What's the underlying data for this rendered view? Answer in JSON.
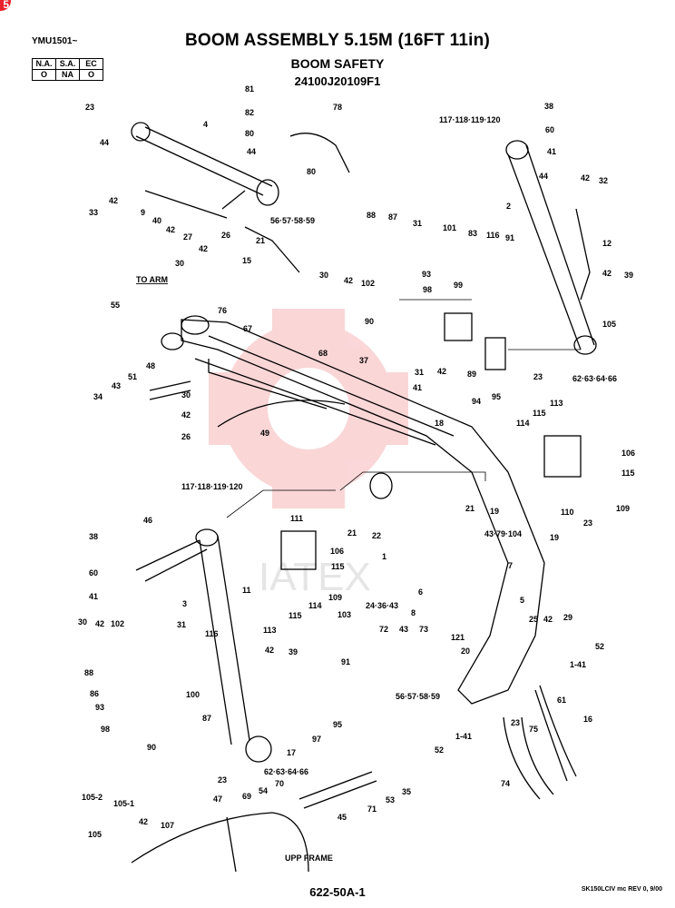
{
  "header": {
    "model_code": "YMU1501~",
    "title": "BOOM ASSEMBLY 5.15M (16FT 11in)",
    "subtitle": "BOOM SAFETY",
    "part_number": "24100J20109F1",
    "badge": "5"
  },
  "spec_table": {
    "headers": [
      "N.A.",
      "S.A.",
      "EC"
    ],
    "values": [
      "O",
      "NA",
      "O"
    ]
  },
  "labels": {
    "to_arm": "TO ARM",
    "upp_frame": "UPP FRAME"
  },
  "watermark": "IATEX",
  "footer": {
    "page_number": "622-50A-1",
    "revision": "SK150LCIV mc REV 0, 9/00"
  },
  "callouts": {
    "c23a": "23",
    "c4": "4",
    "c81": "81",
    "c82": "82",
    "c80a": "80",
    "c78": "78",
    "c44a": "44",
    "c80b": "80",
    "c44b": "44",
    "c33": "33",
    "c42a": "42",
    "c9": "9",
    "c40": "40",
    "c42b": "42",
    "c27": "27",
    "c56a": "56·57·58·59",
    "c21a": "21",
    "c15": "15",
    "c26a": "26",
    "c42c": "42",
    "c30a": "30",
    "c117a": "117·118·119·120",
    "c38a": "38",
    "c60a": "60",
    "c41a": "41",
    "c44c": "44",
    "c42d": "42",
    "c32": "32",
    "c2": "2",
    "c12": "12",
    "c42e": "42",
    "c39a": "39",
    "c105a": "105",
    "c62a": "62·63·64·66",
    "c23b": "23",
    "c88a": "88",
    "c87a": "87",
    "c31a": "31",
    "c101": "101",
    "c83": "83",
    "c116a": "116",
    "c91a": "91",
    "c30b": "30",
    "c42f": "42",
    "c102a": "102",
    "c93a": "93",
    "c98a": "98",
    "c99": "99",
    "c90a": "90",
    "c31b": "31",
    "c42g": "42",
    "c89": "89",
    "c94": "94",
    "c95a": "95",
    "c55": "55",
    "c76": "76",
    "c67": "67",
    "c68": "68",
    "c37": "37",
    "c41b": "41",
    "c18": "18",
    "c51": "51",
    "c48": "48",
    "c43a": "43",
    "c34": "34",
    "c30c": "30",
    "c42h": "42",
    "c26b": "26",
    "c49": "49",
    "c114a": "114",
    "c115a": "115",
    "c113a": "113",
    "c106a": "106",
    "c115b": "115",
    "c110": "110",
    "c109a": "109",
    "c117b": "117·118·119·120",
    "c21b": "21",
    "c22": "22",
    "c21c": "21",
    "c19a": "19",
    "c46": "46",
    "c38b": "38",
    "c60b": "60",
    "c41c": "41",
    "c3": "3",
    "c11": "11",
    "c111": "111",
    "c106b": "106",
    "c115c": "115",
    "c109b": "109",
    "c114b": "114",
    "c115d": "115",
    "c113b": "113",
    "c1": "1",
    "c6": "6",
    "c7": "7",
    "c43b": "43·79·104",
    "c24": "24·36·43",
    "c8": "8",
    "c5": "5",
    "c19b": "19",
    "c23c": "23",
    "c30d": "30",
    "c42i": "42",
    "c102b": "102",
    "c31c": "31",
    "c116b": "116",
    "c88b": "88",
    "c86": "86",
    "c93b": "93",
    "c100": "100",
    "c98b": "98",
    "c90b": "90",
    "c42j": "42",
    "c39b": "39",
    "c103": "103",
    "c91b": "91",
    "c72": "72",
    "c43c": "43",
    "c73": "73",
    "c121": "121",
    "c20": "20",
    "c25": "25",
    "c42k": "42",
    "c29": "29",
    "c52a": "52",
    "c1-41a": "1-41",
    "c61": "61",
    "c87b": "87",
    "c95b": "95",
    "c97": "97",
    "c17": "17",
    "c62b": "62·63·64·66",
    "c23d": "23",
    "c56b": "56·57·58·59",
    "c52b": "52",
    "c1-41b": "1-41",
    "c23e": "23",
    "c75": "75",
    "c16": "16",
    "c74": "74",
    "c105-2": "105-2",
    "c105-1": "105-1",
    "c105b": "105",
    "c42l": "42",
    "c107": "107",
    "c47": "47",
    "c69": "69",
    "c54": "54",
    "c70": "70",
    "c71": "71",
    "c45": "45",
    "c53": "53",
    "c35": "35"
  }
}
